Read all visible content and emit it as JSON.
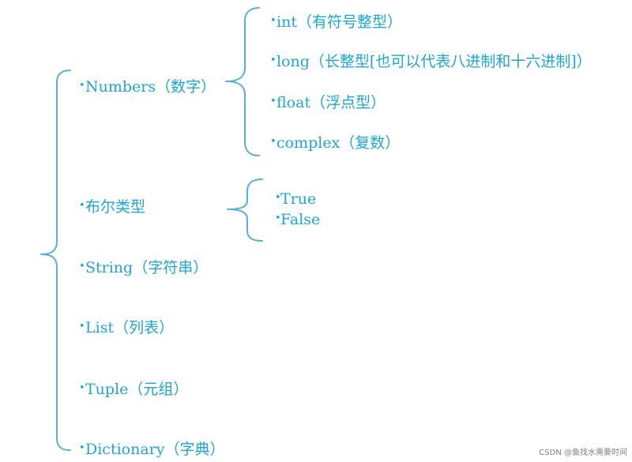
{
  "diagram": {
    "line_color": "#55B1D6",
    "text_color": "#1EA6D4",
    "main_items": [
      {
        "bullet": "•",
        "text": "Numbers（数字）"
      },
      {
        "bullet": "•",
        "text": "布尔类型"
      },
      {
        "bullet": "•",
        "text": "String（字符串）"
      },
      {
        "bullet": "•",
        "text": "List（列表）"
      },
      {
        "bullet": "•",
        "text": "Tuple（元组）"
      },
      {
        "bullet": "•",
        "text": "Dictionary（字典）"
      }
    ],
    "numbers_children": [
      {
        "bullet": "•",
        "text": "int（有符号整型）"
      },
      {
        "bullet": "•",
        "text": "long（长整型[也可以代表八进制和十六进制]）"
      },
      {
        "bullet": "•",
        "text": "float（浮点型）"
      },
      {
        "bullet": "•",
        "text": "complex（复数）"
      }
    ],
    "boolean_children": [
      {
        "bullet": "•",
        "text": "True"
      },
      {
        "bullet": "•",
        "text": "False"
      }
    ]
  },
  "watermark": {
    "text": "CSDN @鱼找水需要时间"
  }
}
